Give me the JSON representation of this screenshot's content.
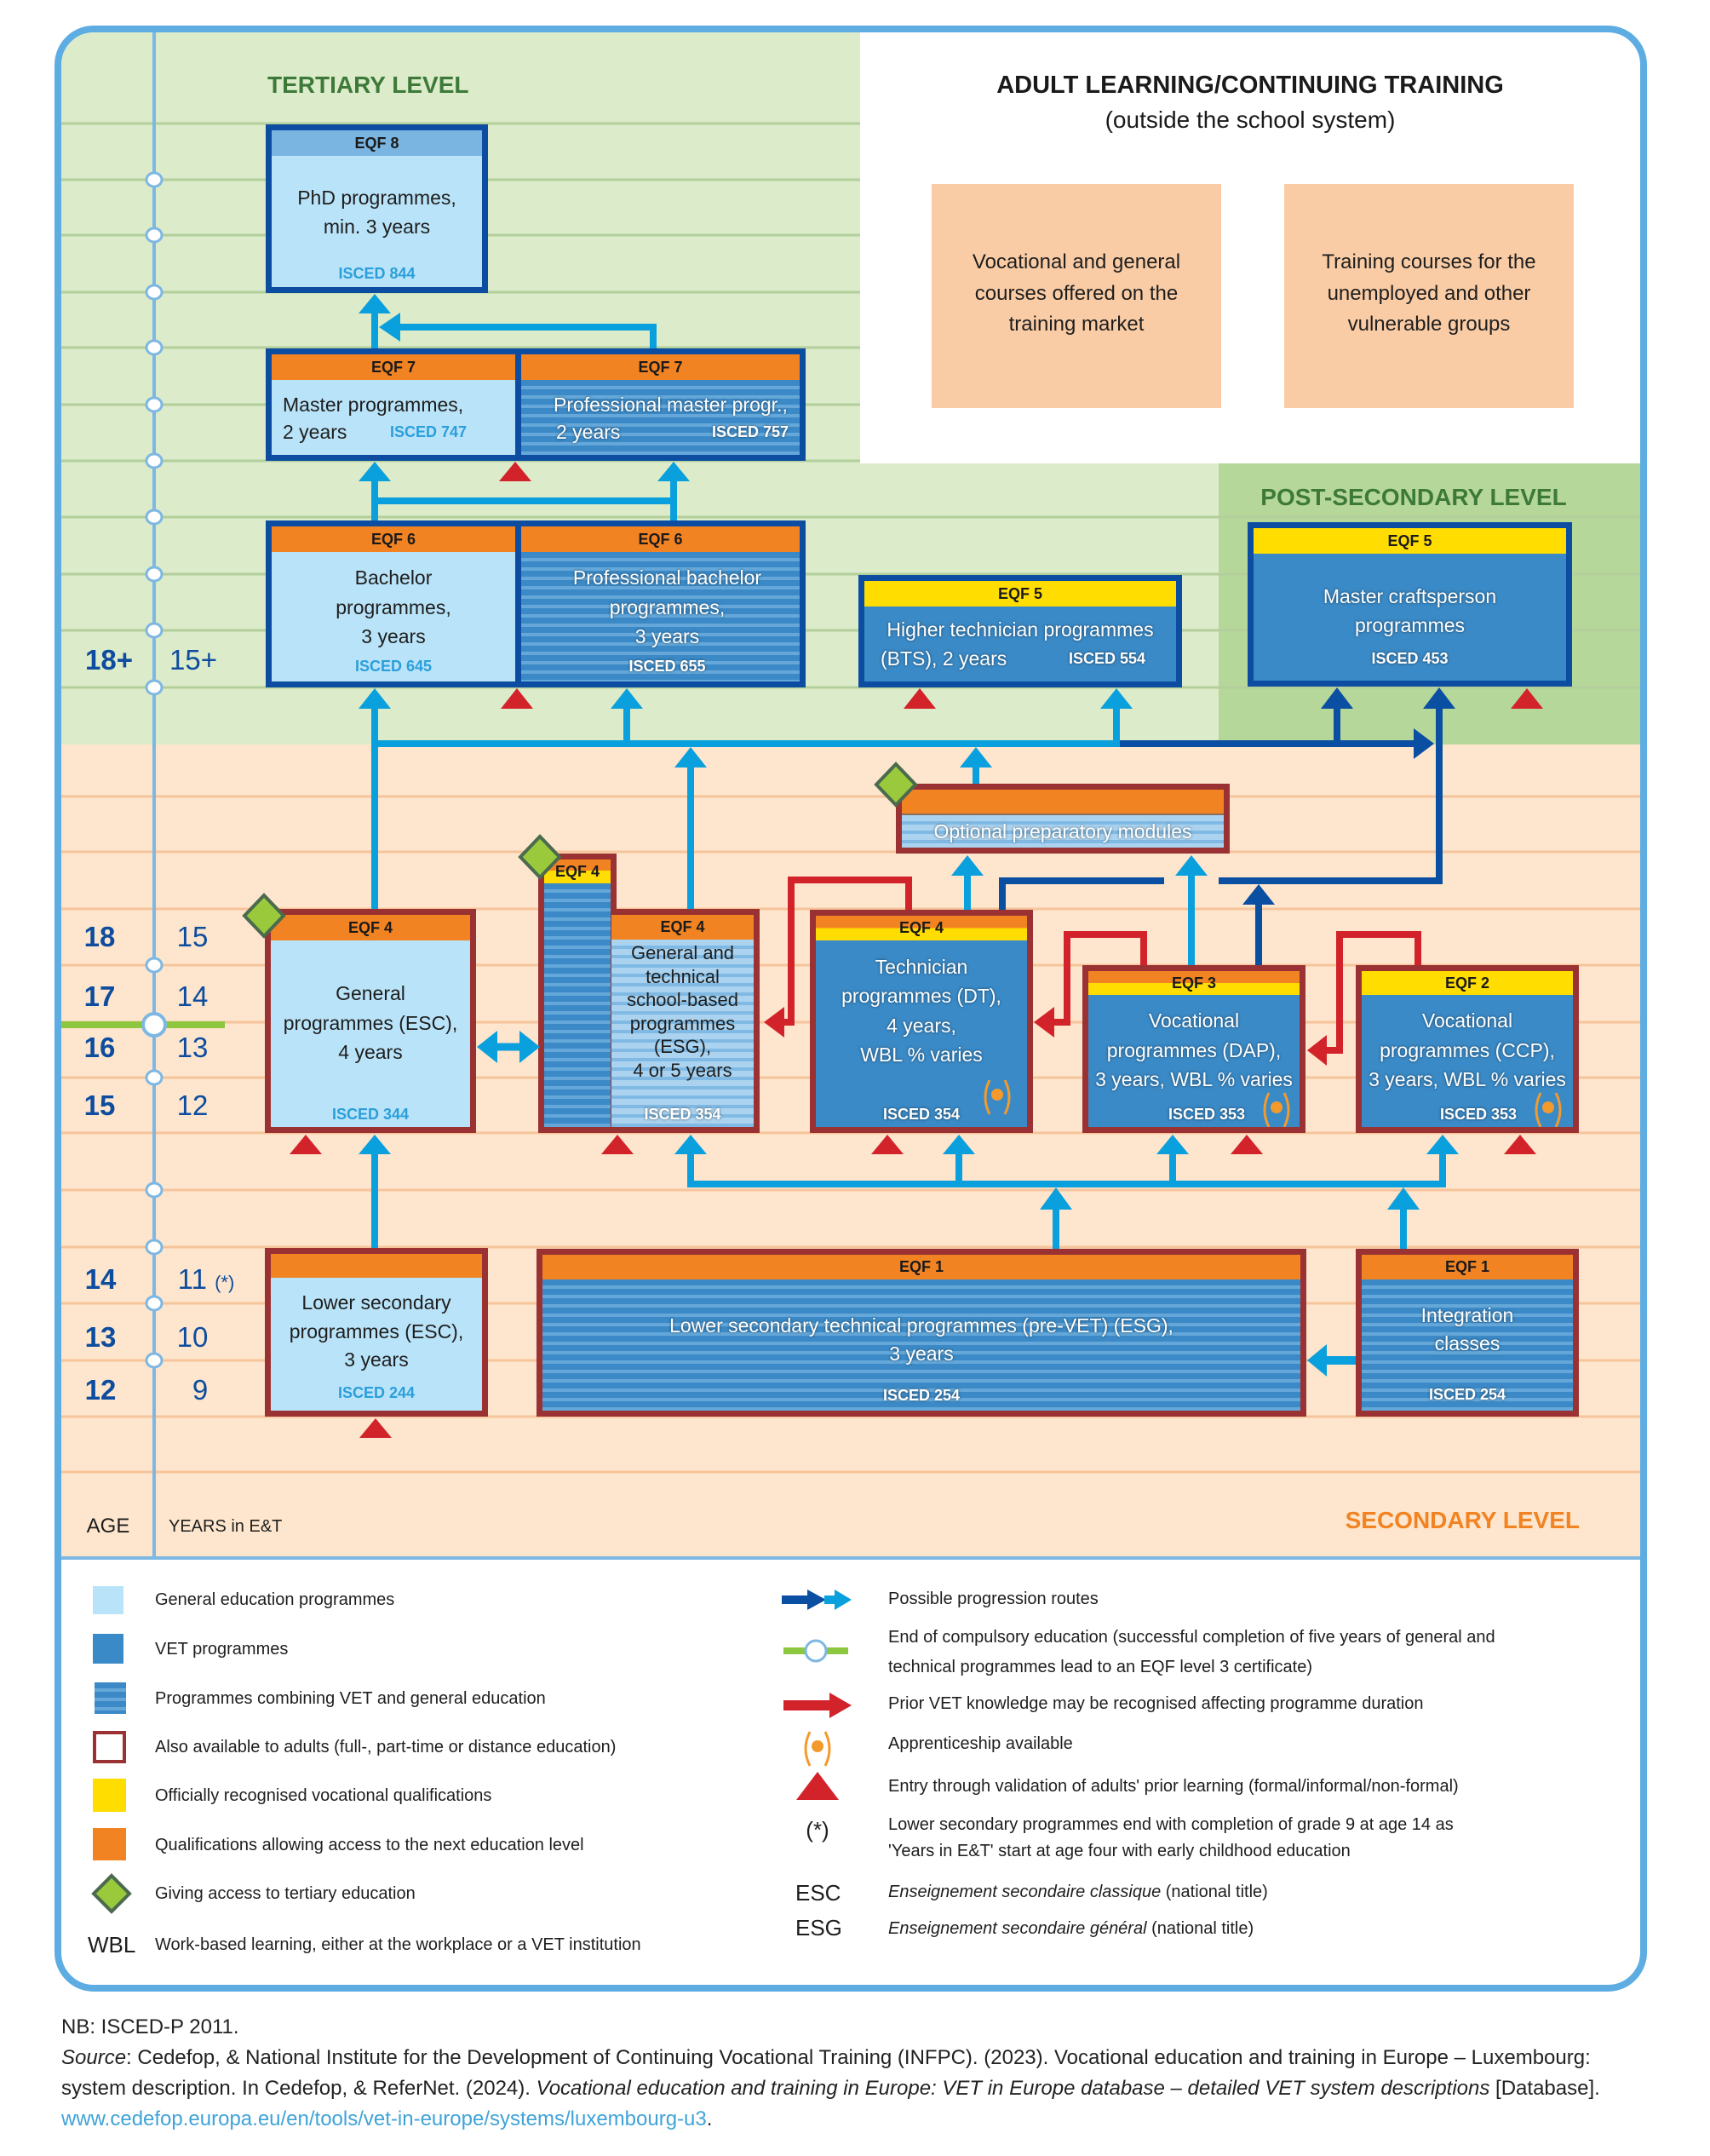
{
  "colors": {
    "general": "#B9E3F8",
    "vet": "#3A8AC7",
    "yellow": "#FFDD00",
    "orange": "#F28322",
    "adult-border": "#9A3133",
    "tertiary-border": "#0C4DA2",
    "lb": "#0AA0DD",
    "db": "#0A4FA2",
    "red": "#D2232B",
    "diamond": "#9ACA3C",
    "adult-box": "#F9CCA5",
    "green-title": "#3D7A3A",
    "orange-title": "#F28322",
    "frame": "#5DADE2",
    "axis": "#7DB7E3",
    "age": "#0D4C9E",
    "isced-light": "#2A9FDB",
    "link": "#3FA3D8",
    "eqf8-header": "#7AB5E2",
    "compulsory": "#8DC63F"
  },
  "levels": {
    "tertiary": "TERTIARY LEVEL",
    "post_secondary": "POST-SECONDARY LEVEL",
    "secondary": "SECONDARY LEVEL"
  },
  "adult": {
    "title": "ADULT LEARNING/CONTINUING TRAINING",
    "subtitle": "(outside the school system)",
    "boxes": [
      {
        "lines": [
          "Vocational and general",
          "courses offered on the",
          "training market"
        ]
      },
      {
        "lines": [
          "Training courses for the",
          "unemployed and other",
          "vulnerable groups"
        ]
      }
    ]
  },
  "axis": {
    "age_heading": "AGE",
    "years_heading": "YEARS in E&T",
    "rows": [
      {
        "age": "18+",
        "years": "15+"
      },
      {
        "age": "18",
        "years": "15"
      },
      {
        "age": "17",
        "years": "14"
      },
      {
        "age": "16",
        "years": "13"
      },
      {
        "age": "15",
        "years": "12"
      },
      {
        "age": "14",
        "years": "11",
        "note": "(*)"
      },
      {
        "age": "13",
        "years": "10"
      },
      {
        "age": "12",
        "years": "9"
      }
    ]
  },
  "programmes": {
    "phd": {
      "eqf": "EQF 8",
      "lines": [
        "PhD  programmes,",
        "min. 3 years"
      ],
      "isced": "ISCED 844"
    },
    "master": {
      "eqf": "EQF 7",
      "lines": [
        "Master programmes,",
        "2 years"
      ],
      "isced": "ISCED 747"
    },
    "prof_master": {
      "eqf": "EQF 7",
      "lines": [
        "Professional master progr.,",
        "2 years"
      ],
      "isced": "ISCED 757"
    },
    "bachelor": {
      "eqf": "EQF 6",
      "lines": [
        "Bachelor",
        "programmes,",
        "3 years"
      ],
      "isced": "ISCED 645"
    },
    "prof_bachelor": {
      "eqf": "EQF 6",
      "lines": [
        "Professional bachelor",
        "programmes,",
        "3 years"
      ],
      "isced": "ISCED 655"
    },
    "bts": {
      "eqf": "EQF 5",
      "lines": [
        "Higher technician programmes",
        "(BTS), 2 years"
      ],
      "isced": "ISCED 554"
    },
    "master_craft": {
      "eqf": "EQF 5",
      "lines": [
        "Master craftsperson",
        "programmes"
      ],
      "isced": "ISCED 453"
    },
    "prep_modules": {
      "lines": [
        "Optional preparatory modules"
      ]
    },
    "esc_general": {
      "eqf": "EQF 4",
      "lines": [
        "General",
        "programmes (ESC),",
        "4 years"
      ],
      "isced": "ISCED 344"
    },
    "esg": {
      "eqf_vocational": "EQF 4",
      "eqf": "EQF 4",
      "lines": [
        "General and",
        "technical",
        "school-based",
        "programmes",
        "(ESG),",
        "4 or 5 years"
      ],
      "isced": "ISCED 354"
    },
    "dt": {
      "eqf": "EQF 4",
      "lines": [
        "Technician",
        "programmes (DT),",
        "4 years,",
        "WBL % varies"
      ],
      "isced": "ISCED 354",
      "apprenticeship": true
    },
    "dap": {
      "eqf": "EQF 3",
      "lines": [
        "Vocational",
        "programmes (DAP),",
        "3 years, WBL % varies"
      ],
      "isced": "ISCED 353",
      "apprenticeship": true
    },
    "ccp": {
      "eqf": "EQF 2",
      "lines": [
        "Vocational",
        "programmes (CCP),",
        "3 years, WBL % varies"
      ],
      "isced": "ISCED 353",
      "apprenticeship": true
    },
    "lower_esc": {
      "lines": [
        "Lower secondary",
        "programmes (ESC),",
        "3 years"
      ],
      "isced": "ISCED 244"
    },
    "pre_vet": {
      "eqf": "EQF 1",
      "lines": [
        "Lower secondary technical programmes (pre-VET) (ESG),",
        "3 years"
      ],
      "isced": "ISCED 254"
    },
    "integration": {
      "eqf": "EQF 1",
      "lines": [
        "Integration",
        "classes"
      ],
      "isced": "ISCED 254"
    }
  },
  "legend": {
    "left": [
      {
        "icon": "general-education-swatch",
        "label": "General education programmes"
      },
      {
        "icon": "vet-swatch",
        "label": "VET programmes"
      },
      {
        "icon": "combined-programmes-swatch",
        "label": "Programmes combining VET and general education"
      },
      {
        "icon": "adult-availability-swatch",
        "label": "Also available to adults (full-, part-time or distance education)"
      },
      {
        "icon": "recognised-vocational-swatch",
        "label": "Officially recognised vocational qualifications"
      },
      {
        "icon": "next-level-access-swatch",
        "label": "Qualifications allowing access to the next education level"
      },
      {
        "icon": "tertiary-access-diamond-icon",
        "label": "Giving access to tertiary education"
      },
      {
        "symbol": "WBL",
        "label": "Work-based learning, either at the workplace or a VET institution"
      }
    ],
    "right": [
      {
        "icon": "progression-arrow-icon",
        "lines": [
          "Possible progression routes"
        ]
      },
      {
        "icon": "end-of-compulsory-education-icon",
        "lines": [
          "End of compulsory education (successful completion of five years of general and",
          "technical programmes lead to an EQF level 3 certificate)"
        ]
      },
      {
        "icon": "prior-vet-arrow-icon",
        "lines": [
          "Prior VET knowledge may be recognised affecting programme duration"
        ]
      },
      {
        "icon": "apprenticeship-icon",
        "lines": [
          "Apprenticeship available"
        ]
      },
      {
        "icon": "validation-triangle-icon",
        "lines": [
          "Entry through validation of adults' prior learning (formal/informal/non-formal)"
        ]
      },
      {
        "symbol": "(*)",
        "lines": [
          "Lower secondary programmes end with completion of grade 9 at age 14 as",
          "'Years in E&T'  start at age four with early childhood education"
        ]
      },
      {
        "symbol": "ESC",
        "italic": "Enseignement secondaire classique",
        "label": " (national title)"
      },
      {
        "symbol": "ESG",
        "italic": "Enseignement secondaire général",
        "label": " (national title)"
      }
    ]
  },
  "footer": {
    "nb": "NB: ISCED-P 2011.",
    "source_label": "Source",
    "source_text": ": Cedefop, & National Institute for the Development of Continuing Vocational Training (INFPC). (2023). Vocational education and training in Europe – Luxembourg: system description. In Cedefop, & ReferNet. (2024). ",
    "source_title": "Vocational education and training in Europe: VET in Europe database – detailed VET system descriptions",
    "source_suffix": " [Database]. ",
    "link": "www.cedefop.europa.eu/en/tools/vet-in-europe/systems/luxembourg-u3",
    "end": "."
  }
}
